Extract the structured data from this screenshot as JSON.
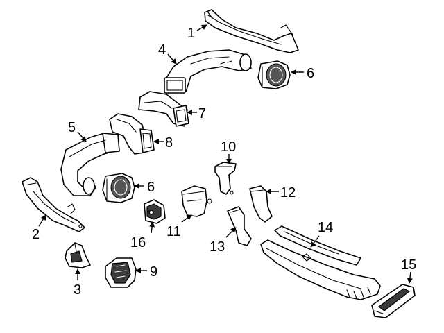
{
  "callouts": [
    {
      "id": "c1",
      "label": "1"
    },
    {
      "id": "c2",
      "label": "2"
    },
    {
      "id": "c3",
      "label": "3"
    },
    {
      "id": "c4",
      "label": "4"
    },
    {
      "id": "c5",
      "label": "5"
    },
    {
      "id": "c6a",
      "label": "6"
    },
    {
      "id": "c6b",
      "label": "6"
    },
    {
      "id": "c7",
      "label": "7"
    },
    {
      "id": "c8",
      "label": "8"
    },
    {
      "id": "c9",
      "label": "9"
    },
    {
      "id": "c10",
      "label": "10"
    },
    {
      "id": "c11",
      "label": "11"
    },
    {
      "id": "c12",
      "label": "12"
    },
    {
      "id": "c13",
      "label": "13"
    },
    {
      "id": "c14",
      "label": "14"
    },
    {
      "id": "c15",
      "label": "15"
    },
    {
      "id": "c16",
      "label": "16"
    }
  ]
}
